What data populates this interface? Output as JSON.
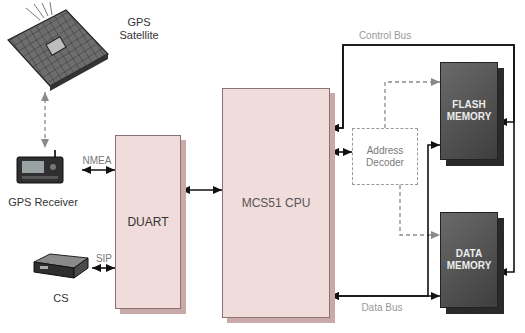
{
  "diagram": {
    "nodes": [
      {
        "text": [
          "GPS Satellite"
        ]
      },
      {
        "text": [
          "GPS Receiver"
        ]
      },
      {
        "text": [
          "CS"
        ]
      },
      {
        "text": [
          "DUART"
        ]
      },
      {
        "text": [
          "MCS51 CPU"
        ]
      },
      {
        "text": [
          "Address Decoder"
        ]
      },
      {
        "text": [
          "FLASH MEMORY"
        ]
      },
      {
        "text": [
          "DATA MEMORY"
        ]
      }
    ],
    "edges": [
      {
        "from": 0,
        "to": 1,
        "arrow": "both"
      },
      {
        "from": 1,
        "to": 3,
        "label": "NMEA",
        "arrow": "both"
      },
      {
        "from": 2,
        "to": 3,
        "label": "SIP",
        "arrow": "both"
      },
      {
        "from": 3,
        "to": 4,
        "arrow": "both"
      },
      {
        "from": 4,
        "to": 5,
        "arrow": "both"
      },
      {
        "from": 5,
        "to": 6,
        "arrow": "to"
      },
      {
        "from": 5,
        "to": 7,
        "arrow": "to"
      },
      {
        "from": 6,
        "to": 4,
        "label": "Control Bus",
        "arrow": "both"
      },
      {
        "from": 7,
        "to": 4,
        "arrow": "both"
      },
      {
        "from": 4,
        "to": 7,
        "label": "Data Bus",
        "arrow": "both"
      },
      {
        "from": 4,
        "to": 6,
        "arrow": "both"
      }
    ]
  }
}
